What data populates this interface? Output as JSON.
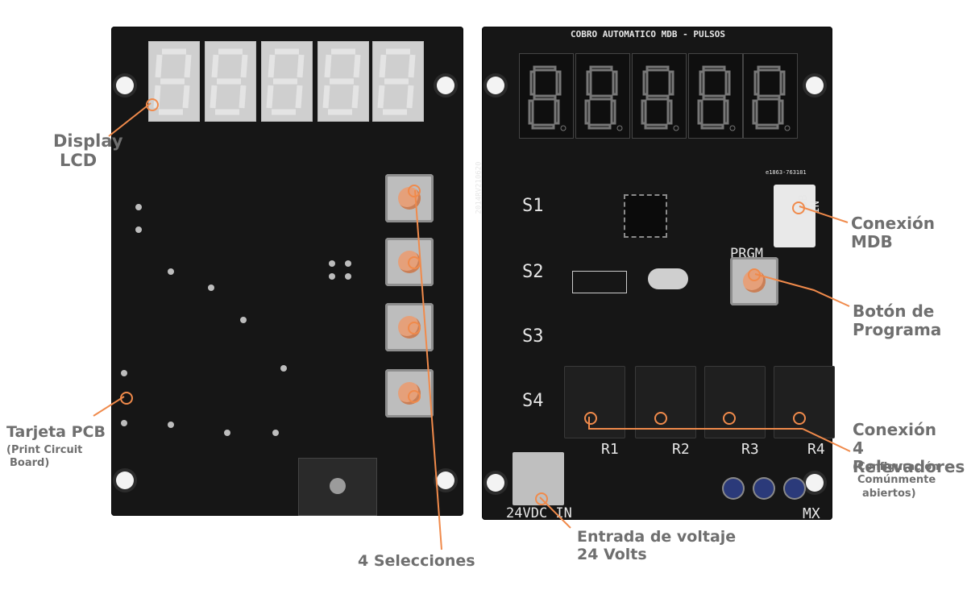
{
  "board_left": {
    "labels": {
      "display": [
        "Display",
        "LCD"
      ],
      "tarjeta_title": "Tarjeta PCB",
      "tarjeta_sub": [
        "(Print Circuit",
        "Board)"
      ],
      "selecciones": "4 Selecciones"
    }
  },
  "board_right": {
    "silk": {
      "title": "COBRO AUTOMATICO MDB - PULSOS",
      "version": "2014RV210620",
      "s1": "S1",
      "s2": "S2",
      "s3": "S3",
      "s4": "S4",
      "prgm": "PRGM",
      "mdb_in": "MDB IN",
      "part": "e1863-763181",
      "r1": "R1",
      "r2": "R2",
      "r3": "R3",
      "r4": "R4",
      "vdc": "24VDC IN",
      "mx": "MX"
    },
    "labels": {
      "conexion_mdb": [
        "Conexión",
        "MDB"
      ],
      "boton": [
        "Botón de",
        "Programa"
      ],
      "relevadores": [
        "Conexión",
        "4 Relevadores"
      ],
      "relevadores_sub": [
        "(Configuración",
        "Comúnmente",
        "abiertos)"
      ],
      "entrada": [
        "Entrada de voltaje",
        "24 Volts"
      ]
    }
  },
  "colors": {
    "board": "#161616",
    "accent": "#f08a4b",
    "label": "#6f6f6f",
    "silkscreen": "#e6e6e6"
  }
}
